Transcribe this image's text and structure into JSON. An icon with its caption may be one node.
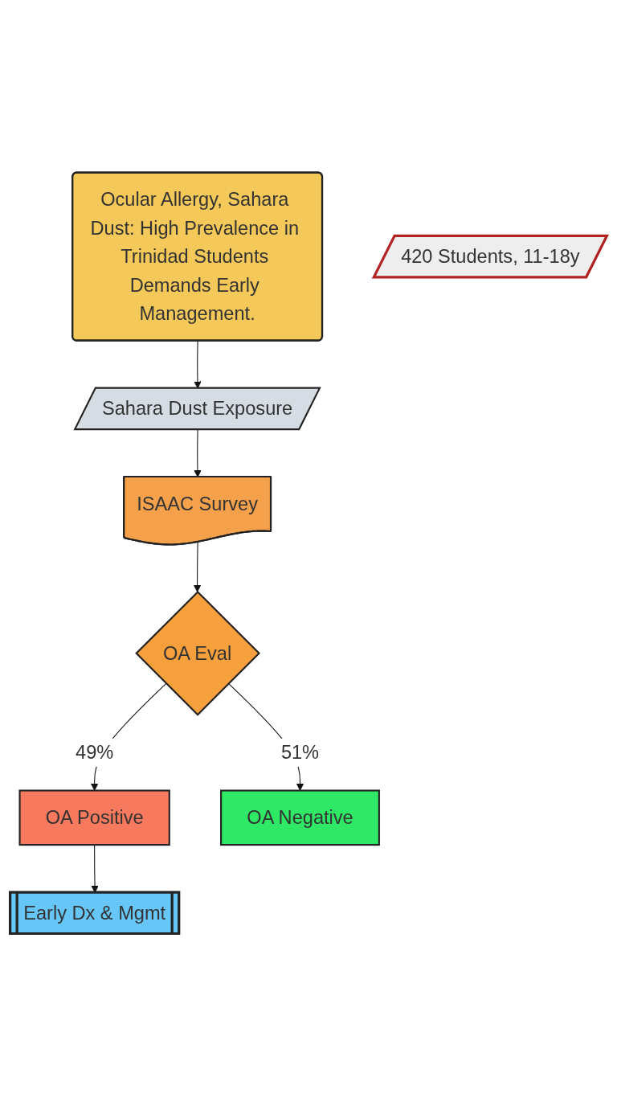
{
  "diagram": {
    "nodes": [
      {
        "text": [
          "Ocular Allergy, Sahara Dust: High Prevalence in Trinidad Students Demands Early Management."
        ]
      },
      {
        "text": [
          "Sahara Dust Exposure"
        ]
      },
      {
        "text": [
          "ISAAC Survey"
        ]
      },
      {
        "text": [
          "420 Students, 11-18y"
        ]
      },
      {
        "text": [
          "OA Eval"
        ]
      },
      {
        "text": [
          "OA Positive"
        ]
      },
      {
        "text": [
          "OA Negative"
        ]
      },
      {
        "text": [
          "Early Dx & Mgmt"
        ]
      }
    ],
    "edges": [
      {
        "from": 0,
        "to": 1,
        "arrow": "to"
      },
      {
        "from": 1,
        "to": 2,
        "arrow": "to"
      },
      {
        "from": 2,
        "to": 4,
        "arrow": "to"
      },
      {
        "from": 4,
        "to": 5,
        "label": "49%",
        "arrow": "to"
      },
      {
        "from": 4,
        "to": 6,
        "label": "51%",
        "arrow": "to"
      },
      {
        "from": 5,
        "to": 7,
        "arrow": "to"
      }
    ]
  }
}
